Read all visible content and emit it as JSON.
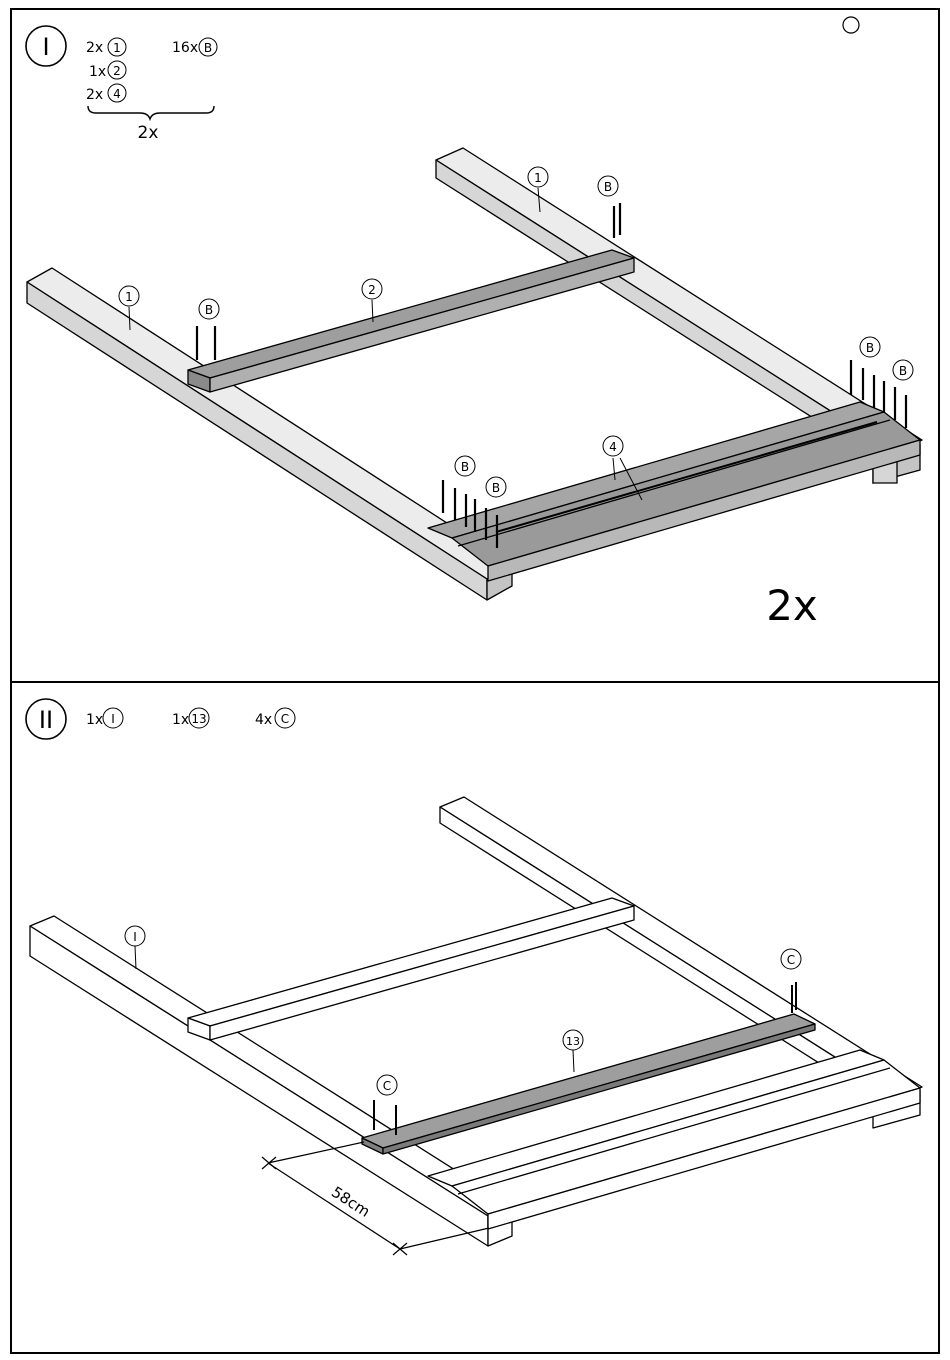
{
  "step1": {
    "number": "I",
    "parts": [
      {
        "qty": "2x",
        "part": "1"
      },
      {
        "qty": "1x",
        "part": "2"
      },
      {
        "qty": "2x",
        "part": "4"
      },
      {
        "qty": "16x",
        "part": "B"
      }
    ],
    "group_multiplier": "2x",
    "callouts": {
      "beam_left": "1",
      "beam_right": "1",
      "crossbar": "2",
      "deck": "4",
      "nails": "B"
    },
    "repeat": "2x"
  },
  "step2": {
    "number": "II",
    "parts": [
      {
        "qty": "1x",
        "part": "I"
      },
      {
        "qty": "1x",
        "part": "13"
      },
      {
        "qty": "4x",
        "part": "C"
      }
    ],
    "callouts": {
      "assembly": "I",
      "board": "13",
      "screws": "C"
    },
    "dimension": "58cm"
  },
  "colors": {
    "light_wood": "#d9d9d9",
    "mid_wood": "#b3b3b3",
    "dark_wood": "#999999",
    "outline": "#000000"
  }
}
